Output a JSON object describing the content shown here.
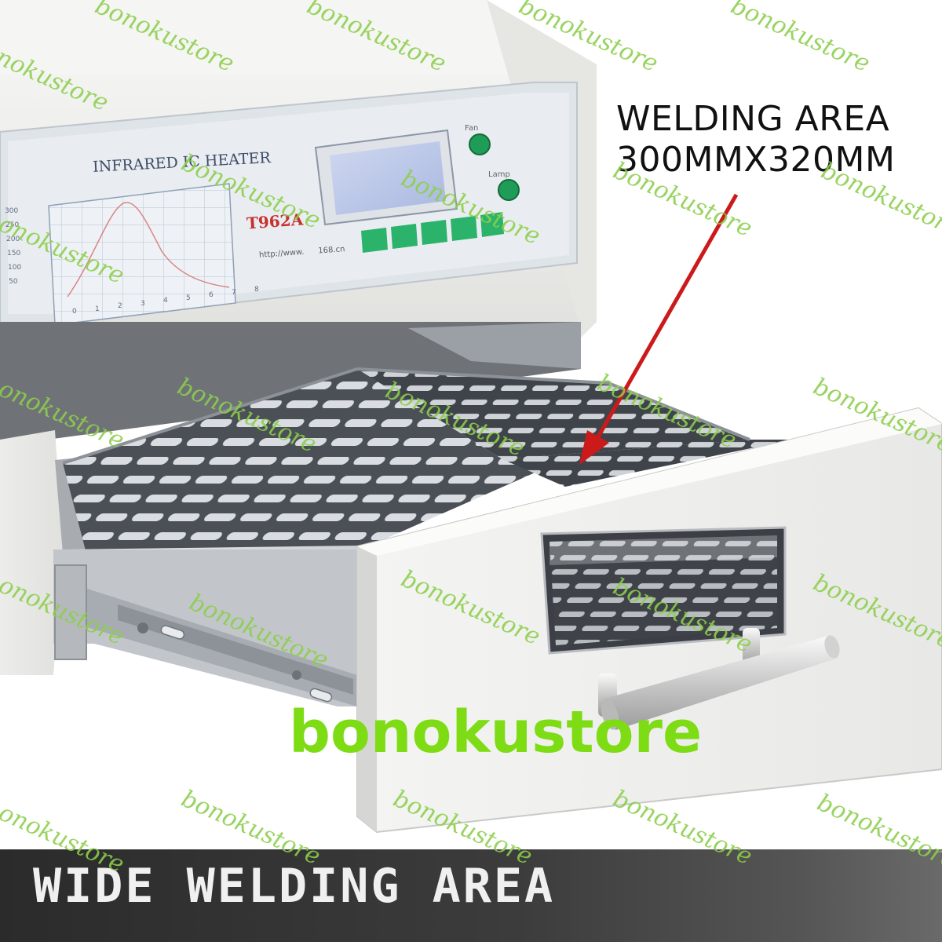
{
  "callout": {
    "title": "WELDING AREA",
    "dimensions": "300MMX320MM",
    "arrow_color": "#cc1a1a"
  },
  "banner": {
    "text": "WIDE WELDING AREA"
  },
  "center_brand": "bonokustore",
  "watermark_text": "bonokustore",
  "device_panel": {
    "label": "INFRARED IC HEATER",
    "model": "T962A",
    "url": "http://www.",
    "url_suffix": "168.cn",
    "fan_label": "Fan",
    "lamp_label": "Lamp",
    "graph_y_ticks": [
      "300",
      "250",
      "200",
      "150",
      "100",
      "50"
    ],
    "graph_x_ticks": [
      "0",
      "1",
      "2",
      "3",
      "4",
      "5",
      "6",
      "7",
      "8"
    ]
  },
  "colors": {
    "watermark": "#8ccf4c",
    "brand_green": "#7ddc14",
    "panel_buttons": "#2bb36b",
    "banner_bg": "#2b2b2b"
  }
}
